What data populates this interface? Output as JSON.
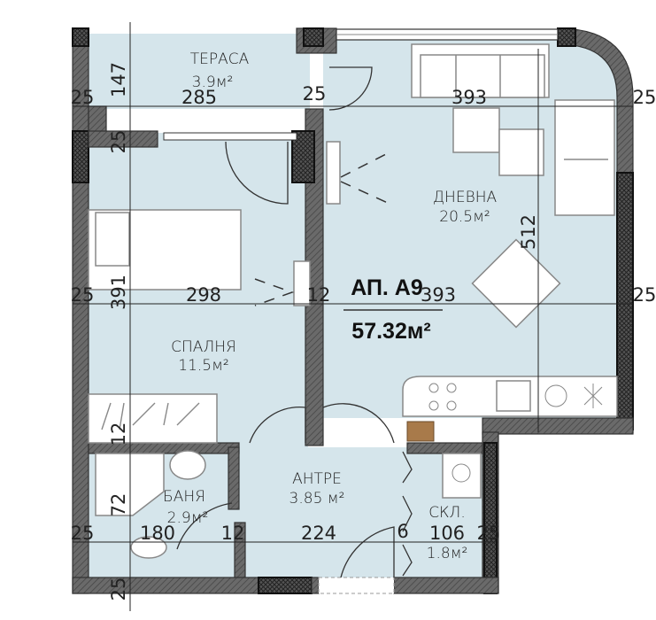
{
  "apartment": {
    "label": "АП. А9",
    "area": "57.32м²"
  },
  "rooms": {
    "terrace": {
      "name": "ТЕРАСА",
      "area": "3.9м²"
    },
    "living": {
      "name": "ДНЕВНА",
      "area": "20.5м²"
    },
    "bedroom": {
      "name": "СПАЛНЯ",
      "area": "11.5м²"
    },
    "bathroom": {
      "name": "БАНЯ",
      "area": "2.9м²"
    },
    "hall": {
      "name": "АНТРЕ",
      "area": "3.85 м²"
    },
    "storage": {
      "name": "СКЛ.",
      "area": "1.8м²"
    }
  },
  "dimensions": {
    "top": [
      "25",
      "285",
      "25",
      "393",
      "25"
    ],
    "middle": [
      "25",
      "298",
      "12",
      "393",
      "25"
    ],
    "bottom": [
      "25",
      "180",
      "12",
      "224",
      "6",
      "106",
      "25"
    ],
    "left_vertical": [
      "147",
      "25",
      "391",
      "12",
      "72",
      "25"
    ],
    "right_vertical": "512"
  },
  "colors": {
    "floor": "#d5e5eb",
    "wall": "#5a5a5a"
  }
}
